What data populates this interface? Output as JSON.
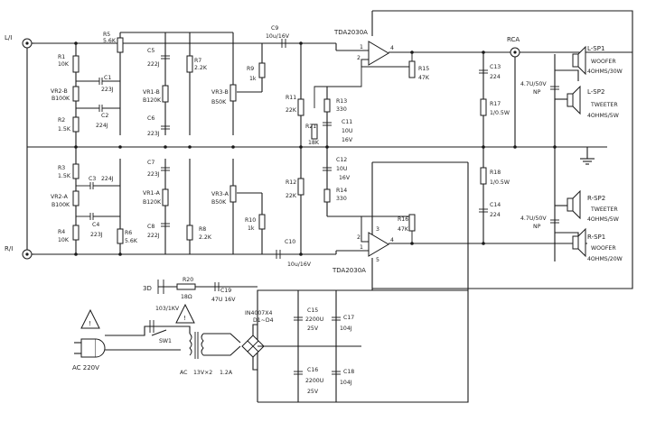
{
  "inputs": {
    "left": "L/I",
    "right": "R/I"
  },
  "amps": {
    "top": "TDA2030A",
    "bottom": "TDA2030A"
  },
  "rca": "RCA",
  "pins": {
    "p1": "1",
    "p2": "2",
    "p3": "3",
    "p4": "4",
    "p5": "5"
  },
  "top_network": {
    "R1": [
      "R1",
      "10K"
    ],
    "R5": [
      "R5",
      "5.6K"
    ],
    "C1": [
      "C1",
      "223J"
    ],
    "VR2B": [
      "VR2-B",
      "B100K"
    ],
    "C2": [
      "C2",
      "224J"
    ],
    "R2": [
      "R2",
      "1.5K"
    ],
    "C5": [
      "C5",
      "222J"
    ],
    "R7": [
      "R7",
      "2.2K"
    ],
    "VR1B": [
      "VR1-B",
      "B120K"
    ],
    "C6": [
      "C6",
      "223J"
    ],
    "VR3B": [
      "VR3-B",
      "B50K"
    ],
    "R9": [
      "R9",
      "1k"
    ],
    "C9": [
      "C9",
      "10u/16V"
    ]
  },
  "bottom_network": {
    "R3": [
      "R3",
      "1.5K"
    ],
    "C3": [
      "C3",
      "224J"
    ],
    "VR2A": [
      "VR2-A",
      "B100K"
    ],
    "C4": [
      "C4",
      "223J"
    ],
    "R4": [
      "R4",
      "10K"
    ],
    "R6": [
      "R6",
      "5.6K"
    ],
    "C7": [
      "C7",
      "223J"
    ],
    "VR1A": [
      "VR1-A",
      "B120K"
    ],
    "C8": [
      "C8",
      "222J"
    ],
    "R8": [
      "R8",
      "2.2K"
    ],
    "VR3A": [
      "VR3-A",
      "B50K"
    ],
    "R10": [
      "R10",
      "1k"
    ],
    "C10": [
      "C10",
      "10u/16V"
    ]
  },
  "feedback": {
    "R11": [
      "R11",
      "22K"
    ],
    "R21": [
      "R21",
      "18K"
    ],
    "R13": [
      "R13",
      "330"
    ],
    "C11": [
      "C11",
      "10U",
      "16V"
    ],
    "C12": [
      "C12",
      "10U",
      "16V"
    ],
    "R14": [
      "R14",
      "330"
    ],
    "R12": [
      "R12",
      "22K"
    ],
    "R15": [
      "R15",
      "47K"
    ],
    "R16": [
      "R16",
      "47K"
    ]
  },
  "output": {
    "C13": [
      "C13",
      "224"
    ],
    "R17": [
      "R17",
      "1/0.5W"
    ],
    "R18": [
      "R18",
      "1/0.5W"
    ],
    "C14": [
      "C14",
      "224"
    ]
  },
  "speakers": {
    "lsp1": [
      "L-SP1",
      "WOOFER",
      "4OHMS/30W"
    ],
    "lsp2": [
      "L-SP2",
      "TWEETER",
      "4OHMS/5W"
    ],
    "rsp2": [
      "R-SP2",
      "TWEETER",
      "4OHMS/5W"
    ],
    "rsp1": [
      "R-SP1",
      "WOOFER",
      "4OHMS/20W"
    ],
    "xover_top": [
      "4.7U/50V",
      "NP"
    ],
    "xover_bottom": [
      "4.7U/50V",
      "NP"
    ]
  },
  "led": {
    "label": "3D",
    "R20": [
      "R20",
      "18Ω"
    ],
    "C19": [
      "C19",
      "47U 16V"
    ]
  },
  "power": {
    "cap103": "103/1KV",
    "sw": "SW1",
    "ac_in": "AC 220V",
    "ac_sec": "AC",
    "sec_volt": "13V×2",
    "sec_amp": "1.2A",
    "bridge": [
      "IN4007X4",
      "D1~D4"
    ],
    "C15": [
      "C15",
      "2200U",
      "25V"
    ],
    "C17": [
      "C17",
      "104J"
    ],
    "C16": [
      "C16",
      "2200U",
      "25V"
    ],
    "C18": [
      "C18",
      "104J"
    ]
  }
}
